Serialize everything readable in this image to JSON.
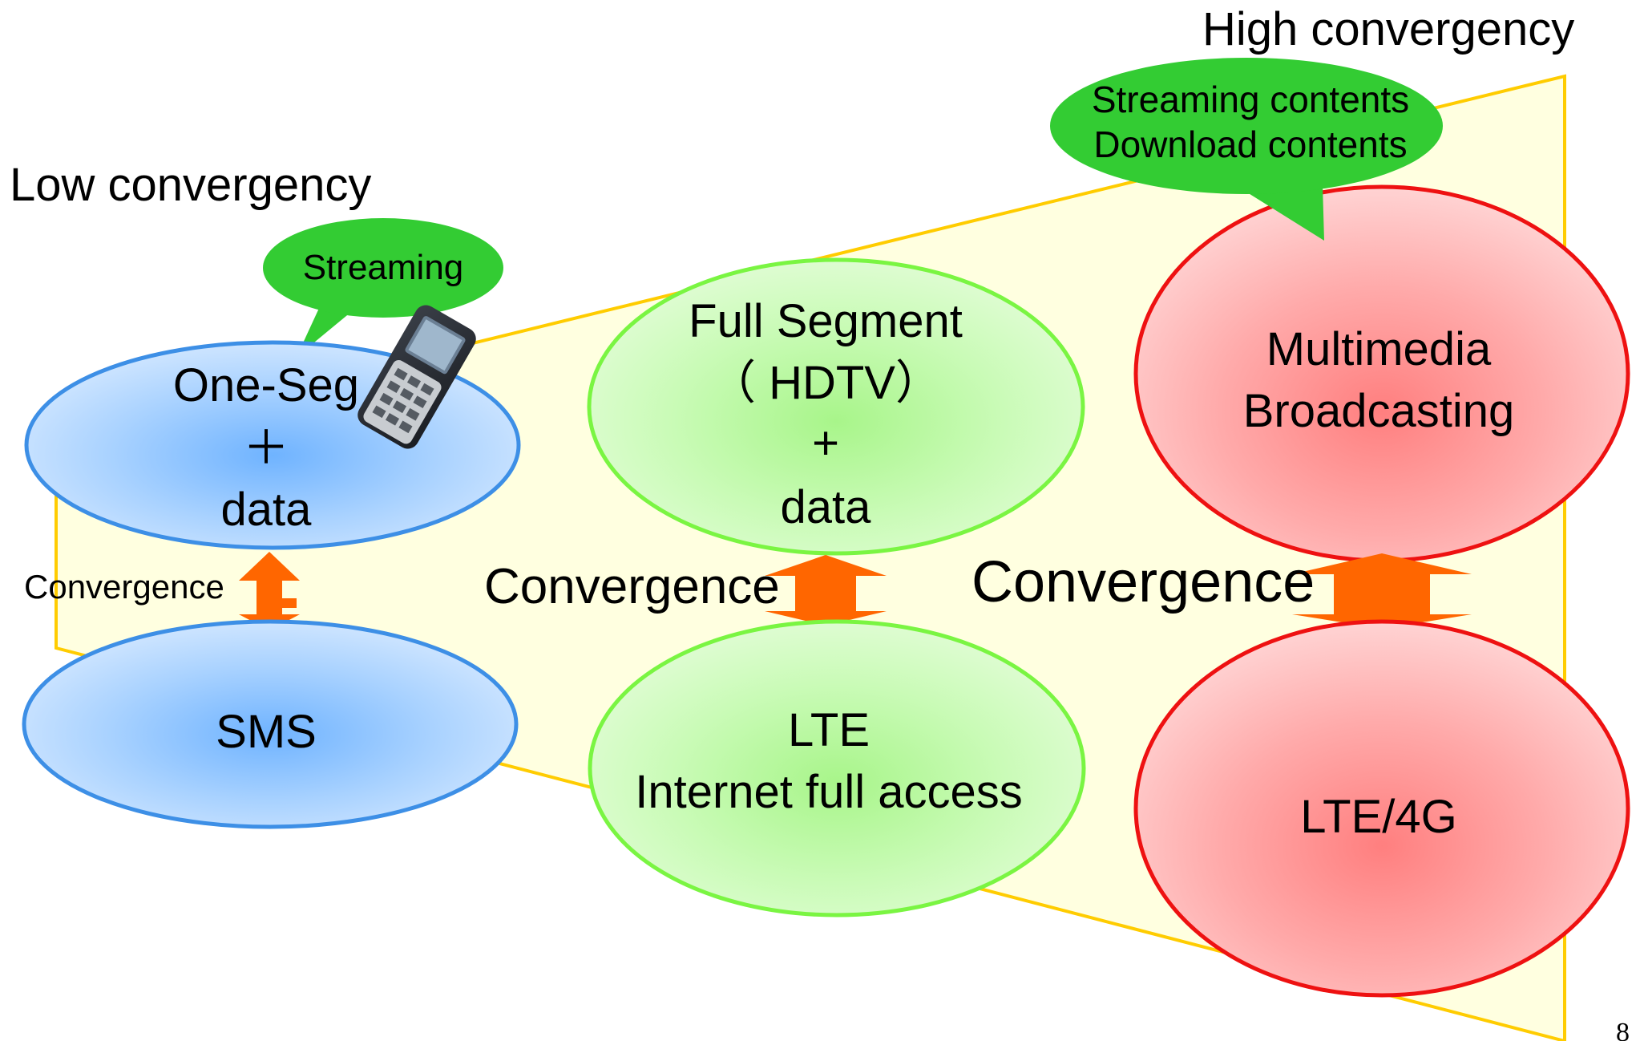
{
  "headings": {
    "low": "Low convergency",
    "high": "High convergency"
  },
  "bubbles": {
    "left": "Streaming",
    "right_line1": "Streaming contents",
    "right_line2": "Download contents"
  },
  "top_row": {
    "one_seg": {
      "line1": "One-Seg",
      "line2": "＋",
      "line3": "data"
    },
    "full_segment": {
      "line1": "Full Segment",
      "line2": "（ HDTV）",
      "line3": "+",
      "line4": "data"
    },
    "multimedia": {
      "line1": "Multimedia",
      "line2": "Broadcasting"
    }
  },
  "bottom_row": {
    "sms": "SMS",
    "lte": {
      "line1": "LTE",
      "line2": "Internet full access"
    },
    "lte4g": "LTE/4G"
  },
  "convergence": {
    "small": "Convergence",
    "medium": "Convergence",
    "large": "Convergence"
  },
  "page_number": "8",
  "colors": {
    "blue_stroke": "#3d8fe6",
    "green_stroke": "#7af542",
    "red_stroke": "#ee1111",
    "bubble": "#33cc33",
    "arrow": "#ff6600",
    "trapezoid_fill": "#ffffe0",
    "trapezoid_stroke": "#ffcc00"
  }
}
